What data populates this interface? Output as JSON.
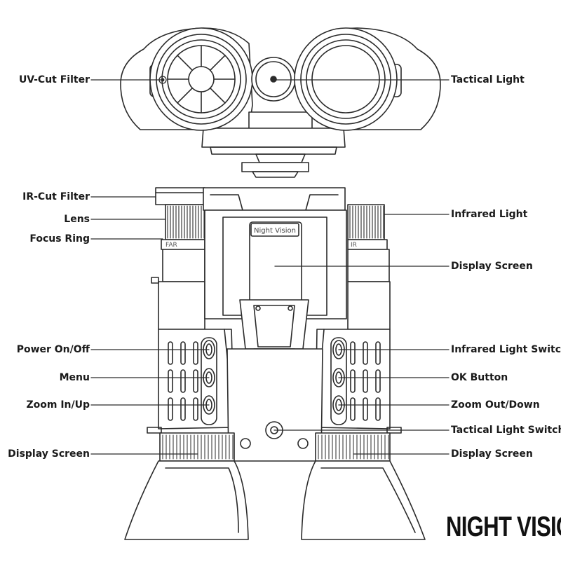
{
  "title": "NIGHT VISION",
  "device_badge": "Night Vision",
  "lens_scale_left": "FAR",
  "lens_scale_right": "IR",
  "labels": {
    "uv_cut_filter": "UV-Cut Filter",
    "tactical_light": "Tactical Light",
    "ir_cut_filter": "IR-Cut Filter",
    "lens": "Lens",
    "focus_ring": "Focus Ring",
    "infrared_light": "Infrared Light",
    "display_screen_top": "Display Screen",
    "power_on_off": "Power On/Off",
    "menu": "Menu",
    "zoom_in_up": "Zoom In/Up",
    "infrared_light_switch": "Infrared Light Switch",
    "ok_button": "OK Button",
    "zoom_out_down": "Zoom Out/Down",
    "tactical_light_switch": "Tactical Light Switch",
    "display_screen_left": "Display Screen",
    "display_screen_right": "Display Screen"
  },
  "colors": {
    "line": "#2a2a2a",
    "label": "#1a1a1a",
    "fill": "#ffffff"
  }
}
